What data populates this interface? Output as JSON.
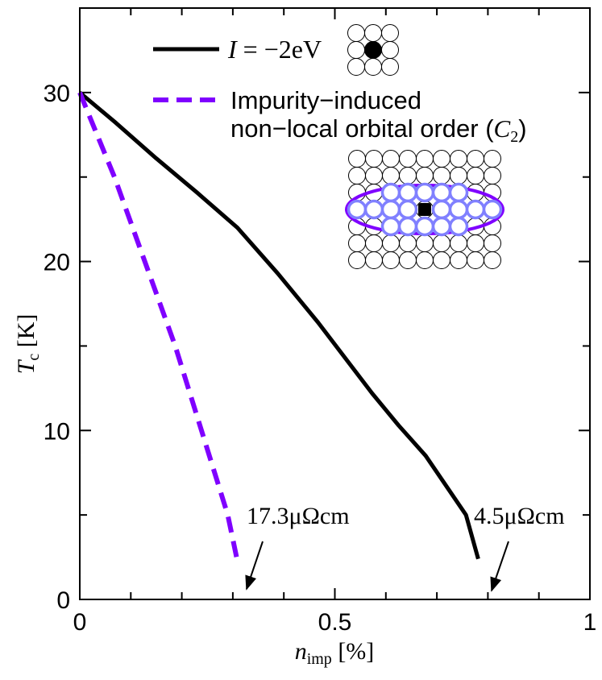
{
  "chart_data": {
    "type": "line",
    "xlabel": {
      "main": "n",
      "sub": "imp",
      "unit": " [%]"
    },
    "ylabel": {
      "main": "T",
      "sub": "c",
      "unit": " [K]"
    },
    "xlim": [
      0,
      1
    ],
    "ylim": [
      0,
      35
    ],
    "xticks": [
      0,
      0.5,
      1
    ],
    "xtick_labels": [
      "0",
      "0.5",
      "1"
    ],
    "xminor_step": 0.1,
    "yticks": [
      0,
      10,
      20,
      30
    ],
    "ytick_labels": [
      "0",
      "10",
      "20",
      "30"
    ],
    "yminor_step": 5,
    "grid": false,
    "legend_position": "top",
    "series": [
      {
        "name": "I = −2eV",
        "legend_parts": {
          "italic": "I",
          "rest": " = −2eV"
        },
        "color": "#000000",
        "style": "solid",
        "x": [
          0,
          0.071,
          0.15,
          0.229,
          0.309,
          0.388,
          0.467,
          0.573,
          0.625,
          0.678,
          0.757,
          0.781
        ],
        "y": [
          30,
          28.2,
          26.1,
          24.1,
          22.0,
          19.3,
          16.4,
          12.2,
          10.3,
          8.5,
          5.0,
          2.4
        ]
      },
      {
        "name": "Impurity−induced non−local orbital order (C2)",
        "legend_lines": [
          "Impurity−induced",
          "non−local orbital order ("
        ],
        "legend_math": {
          "main": "C",
          "sub": "2",
          "close": ")"
        },
        "color": "#7f00ff",
        "style": "dashed",
        "x": [
          0,
          0.068,
          0.187,
          0.29,
          0.308
        ],
        "y": [
          30,
          25,
          15,
          5,
          2.4
        ]
      }
    ],
    "annotations": [
      {
        "text": "17.3μΩcm",
        "arrow_to": [
          0.32,
          0
        ]
      },
      {
        "text": "4.5μΩcm",
        "arrow_to": [
          0.8,
          0
        ]
      }
    ],
    "inset_colors": {
      "ellipse": "#7f00ff",
      "sites": "#8080ff",
      "impurity": "#000000"
    }
  }
}
